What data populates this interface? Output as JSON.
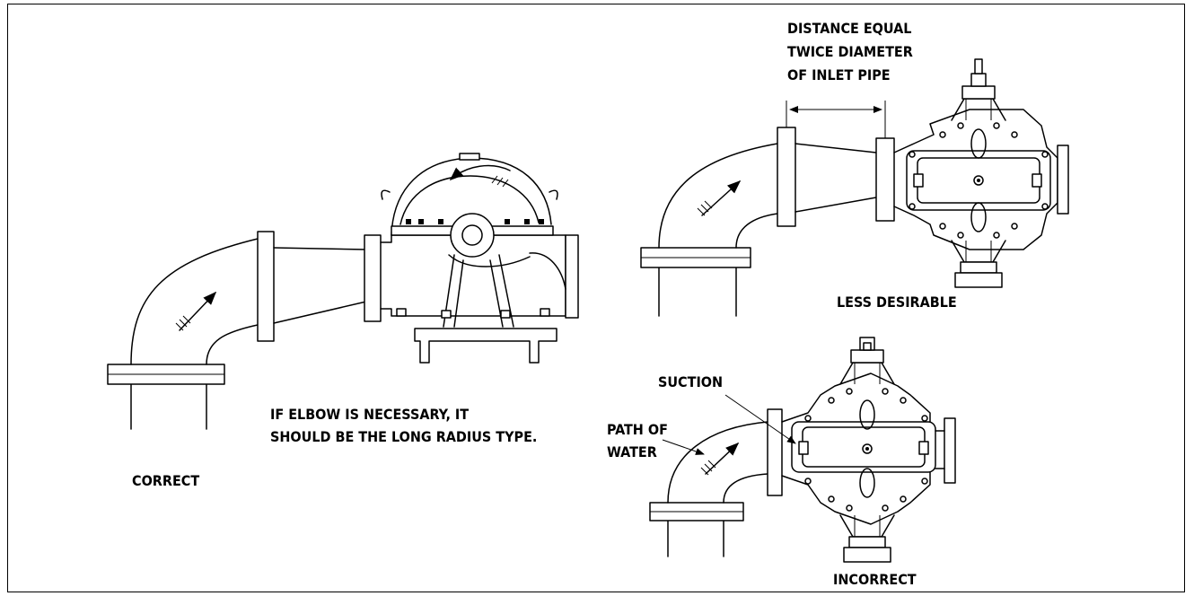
{
  "labels": {
    "correct": "CORRECT",
    "elbow_note_line1": "IF ELBOW IS NECESSARY, IT",
    "elbow_note_line2": "SHOULD BE THE LONG RADIUS TYPE.",
    "distance_line1": "DISTANCE EQUAL",
    "distance_line2": "TWICE DIAMETER",
    "distance_line3": "OF INLET PIPE",
    "less_desirable": "LESS DESIRABLE",
    "suction": "SUCTION",
    "path_line1": "PATH OF",
    "path_line2": "WATER",
    "incorrect": "INCORRECT"
  },
  "colors": {
    "line": "#000000",
    "background": "#ffffff"
  }
}
